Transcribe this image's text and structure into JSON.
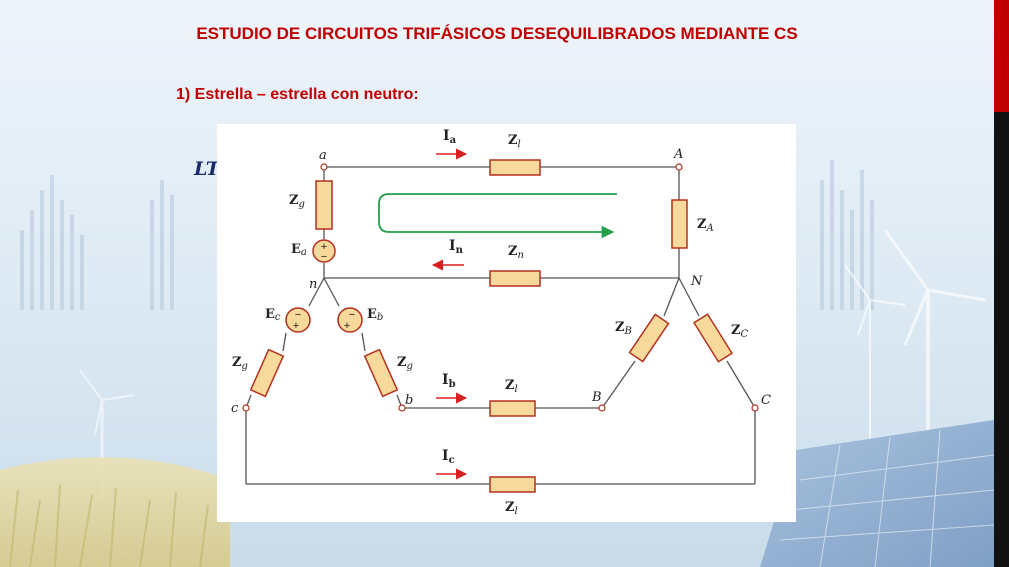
{
  "slide": {
    "title": "ESTUDIO DE CIRCUITOS TRIFÁSICOS DESEQUILIBRADOS MEDIANTE CS",
    "subtitle": "1) Estrella – estrella con neutro:",
    "ltk": "LTK"
  },
  "circuit": {
    "nodes": {
      "a": "a",
      "A": "A",
      "n": "n",
      "N": "N",
      "b": "b",
      "B": "B",
      "c": "c",
      "C": "C"
    },
    "currents": {
      "Ia": {
        "main": "I",
        "sub": "a"
      },
      "In": {
        "main": "I",
        "sub": "n"
      },
      "Ib": {
        "main": "I",
        "sub": "b"
      },
      "Ic": {
        "main": "I",
        "sub": "c"
      }
    },
    "impedances": {
      "Zl_a": {
        "main": "Z",
        "sub": "l"
      },
      "Zn": {
        "main": "Z",
        "sub": "n"
      },
      "Zl_b": {
        "main": "Z",
        "sub": "l"
      },
      "Zl_c": {
        "main": "Z",
        "sub": "l"
      },
      "ZA": {
        "main": "Z",
        "sub": "A"
      },
      "ZB": {
        "main": "Z",
        "sub": "B"
      },
      "ZC": {
        "main": "Z",
        "sub": "C"
      },
      "Zg_a": {
        "main": "Z",
        "sub": "g"
      },
      "Zg_b": {
        "main": "Z",
        "sub": "g"
      },
      "Zg_c": {
        "main": "Z",
        "sub": "g"
      }
    },
    "sources": {
      "Ea": {
        "main": "E",
        "sub": "a"
      },
      "Eb": {
        "main": "E",
        "sub": "b"
      },
      "Ec": {
        "main": "E",
        "sub": "c"
      }
    },
    "signs": {
      "plus": "+",
      "minus": "−"
    },
    "colors": {
      "arrow": "#d81e1e",
      "loop": "#21a04a",
      "resistor_fill": "#f7d99b",
      "resistor_stroke": "#b5301e",
      "title": "#c00000"
    }
  }
}
